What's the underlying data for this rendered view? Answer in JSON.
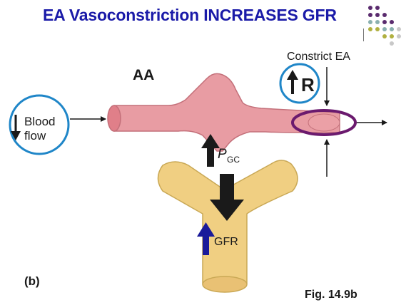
{
  "slide": {
    "title": "EA Vasoconstriction INCREASES GFR",
    "label_aa": "AA",
    "blood_flow_line1": "Blood",
    "blood_flow_line2": "flow",
    "constrict_ea": "Constrict EA",
    "resistance": "R",
    "pgc_p": "P",
    "pgc_sub": "GC",
    "gfr": "GFR",
    "panel": "(b)",
    "figure_ref": "Fig. 14.9b"
  },
  "colors": {
    "title": "#1a1aa8",
    "vessel_fill": "#e89ca3",
    "vessel_stroke": "#c4707a",
    "capsule_fill": "#f0cf82",
    "capsule_stroke": "#c9a855",
    "callout_circle": "#1f86c8",
    "constriction_ring": "#6b1a6e",
    "gfr_arrow": "#1a1a9a",
    "dark_arrow": "#1a1a1a"
  }
}
